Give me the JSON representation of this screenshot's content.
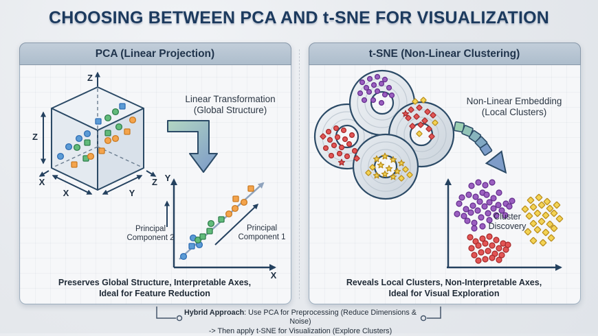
{
  "title": "CHOOSING BETWEEN PCA AND t-SNE FOR VISUALIZATION",
  "left_panel": {
    "header": "PCA (Linear Projection)",
    "cube_labels": {
      "axis_z_top": "Z",
      "axis_z_left": "Z",
      "axis_x_corner": "X",
      "axis_x_edge": "X",
      "axis_y_edge": "Y",
      "axis_z_corner": "Z"
    },
    "transform_arrow_label": {
      "line1": "Linear Transformation",
      "line2": "(Global Structure)"
    },
    "scatter": {
      "axis_y": "Y",
      "axis_x": "X",
      "pc2": {
        "line1": "Principal",
        "line2": "Component 2"
      },
      "pc1": {
        "line1": "Principal",
        "line2": "Component 1"
      }
    },
    "summary": {
      "line1": "Preserves Global Structure, Interpretable Axes,",
      "line2": "Ideal for Feature Reduction"
    }
  },
  "right_panel": {
    "header": "t-SNE (Non-Linear Clustering)",
    "embedding_arrow_label": {
      "line1": "Non-Linear Embedding",
      "line2": "(Local Clusters)"
    },
    "cluster_plot": {
      "annotation": {
        "line1": "Cluster",
        "line2": "Discovery"
      }
    },
    "summary": {
      "line1": "Reveals Local Clusters, Non-Interpretable Axes,",
      "line2": "Ideal for Visual Exploration"
    }
  },
  "footer": {
    "hybrid_bold": "Hybrid Approach",
    "hybrid_rest": ": Use PCA for Preprocessing (Reduce Dimensions & Noise)",
    "line2": "-> Then apply t-SNE for Visualization (Explore Clusters)"
  },
  "colors": {
    "title_text": "#1c3a5e",
    "navy_line": "#2b4a66",
    "header_bg": "#b6c4d2",
    "panel_bg": "#f6f7f9",
    "page_bg": "#e8eaee",
    "arrow_gradient_start": "#b2d6c2",
    "arrow_gradient_end": "#7e9cc8",
    "gray_arrow": "#8fa3bd",
    "markers": {
      "blue": {
        "fill": "#5b9bd5",
        "stroke": "#2f6db3"
      },
      "green": {
        "fill": "#62bb7b",
        "stroke": "#2e7d4b"
      },
      "orange": {
        "fill": "#f4a44c",
        "stroke": "#c97a22"
      },
      "purple": {
        "fill": "#9b5fc0",
        "stroke": "#66308f"
      },
      "red": {
        "fill": "#e25555",
        "stroke": "#a82c2c"
      },
      "yellow": {
        "fill": "#f3d355",
        "stroke": "#bb8f1d"
      }
    }
  },
  "figures": {
    "cube_points": [
      [
        88,
        228,
        "c",
        "blue"
      ],
      [
        100,
        214,
        "c",
        "blue"
      ],
      [
        115,
        202,
        "c",
        "blue"
      ],
      [
        127,
        195,
        "c",
        "blue"
      ],
      [
        143,
        177,
        "s",
        "blue"
      ],
      [
        178,
        155,
        "s",
        "blue"
      ],
      [
        112,
        215,
        "c",
        "green"
      ],
      [
        125,
        231,
        "s",
        "green"
      ],
      [
        127,
        208,
        "s",
        "green"
      ],
      [
        157,
        172,
        "c",
        "green"
      ],
      [
        168,
        163,
        "c",
        "green"
      ],
      [
        173,
        185,
        "c",
        "green"
      ],
      [
        157,
        194,
        "s",
        "green"
      ],
      [
        108,
        240,
        "s",
        "orange"
      ],
      [
        132,
        228,
        "c",
        "orange"
      ],
      [
        148,
        220,
        "s",
        "orange"
      ],
      [
        157,
        205,
        "c",
        "orange"
      ],
      [
        168,
        202,
        "c",
        "orange"
      ],
      [
        185,
        192,
        "s",
        "orange"
      ],
      [
        193,
        175,
        "c",
        "orange"
      ]
    ],
    "pca_projection_points": [
      [
        267,
        374,
        "c",
        "blue"
      ],
      [
        279,
        359,
        "s",
        "blue"
      ],
      [
        290,
        357,
        "c",
        "blue"
      ],
      [
        281,
        347,
        "c",
        "blue"
      ],
      [
        288,
        350,
        "c",
        "green"
      ],
      [
        295,
        345,
        "s",
        "green"
      ],
      [
        305,
        337,
        "s",
        "green"
      ],
      [
        307,
        326,
        "c",
        "green"
      ],
      [
        322,
        320,
        "s",
        "green"
      ],
      [
        333,
        312,
        "c",
        "orange"
      ],
      [
        342,
        304,
        "c",
        "orange"
      ],
      [
        355,
        295,
        "c",
        "orange"
      ],
      [
        343,
        290,
        "s",
        "orange"
      ],
      [
        365,
        275,
        "s",
        "orange"
      ]
    ],
    "knot_points": [
      [
        527,
        120,
        "c",
        "purple"
      ],
      [
        538,
        115,
        "c",
        "purple"
      ],
      [
        549,
        112,
        "c",
        "purple"
      ],
      [
        560,
        116,
        "c",
        "purple"
      ],
      [
        533,
        128,
        "c",
        "purple"
      ],
      [
        544,
        124,
        "c",
        "purple"
      ],
      [
        555,
        122,
        "c",
        "purple"
      ],
      [
        566,
        128,
        "c",
        "purple"
      ],
      [
        524,
        136,
        "c",
        "purple"
      ],
      [
        537,
        134,
        "c",
        "purple"
      ],
      [
        549,
        133,
        "c",
        "purple"
      ],
      [
        560,
        138,
        "c",
        "purple"
      ],
      [
        530,
        146,
        "c",
        "purple"
      ],
      [
        543,
        146,
        "c",
        "purple"
      ],
      [
        555,
        150,
        "c",
        "purple"
      ],
      [
        570,
        139,
        "c",
        "purple"
      ],
      [
        478,
        192,
        "c",
        "red"
      ],
      [
        489,
        187,
        "c",
        "red"
      ],
      [
        500,
        190,
        "c",
        "red"
      ],
      [
        480,
        204,
        "c",
        "red"
      ],
      [
        491,
        200,
        "c",
        "red"
      ],
      [
        502,
        203,
        "c",
        "red"
      ],
      [
        512,
        197,
        "c",
        "red"
      ],
      [
        474,
        216,
        "c",
        "red"
      ],
      [
        486,
        212,
        "c",
        "red"
      ],
      [
        497,
        215,
        "c",
        "red"
      ],
      [
        508,
        210,
        "c",
        "red"
      ],
      [
        482,
        227,
        "c",
        "red"
      ],
      [
        494,
        224,
        "c",
        "red"
      ],
      [
        505,
        228,
        "c",
        "red"
      ],
      [
        516,
        220,
        "c",
        "red"
      ],
      [
        470,
        199,
        "d",
        "red"
      ],
      [
        519,
        231,
        "d",
        "red"
      ],
      [
        497,
        237,
        "t",
        "red"
      ],
      [
        598,
        160,
        "d",
        "red"
      ],
      [
        610,
        157,
        "d",
        "red"
      ],
      [
        622,
        163,
        "d",
        "red"
      ],
      [
        594,
        172,
        "d",
        "red"
      ],
      [
        606,
        170,
        "d",
        "red"
      ],
      [
        618,
        176,
        "d",
        "red"
      ],
      [
        630,
        168,
        "d",
        "red"
      ],
      [
        600,
        184,
        "d",
        "red"
      ],
      [
        612,
        182,
        "d",
        "red"
      ],
      [
        624,
        188,
        "d",
        "red"
      ],
      [
        628,
        199,
        "d",
        "red"
      ],
      [
        590,
        166,
        "t",
        "red"
      ],
      [
        604,
        148,
        "d",
        "yellow"
      ],
      [
        616,
        146,
        "d",
        "yellow"
      ],
      [
        633,
        179,
        "d",
        "yellow"
      ],
      [
        610,
        195,
        "d",
        "yellow"
      ],
      [
        548,
        232,
        "t",
        "yellow"
      ],
      [
        560,
        228,
        "t",
        "yellow"
      ],
      [
        572,
        233,
        "t",
        "yellow"
      ],
      [
        584,
        238,
        "t",
        "yellow"
      ],
      [
        554,
        241,
        "t",
        "yellow"
      ],
      [
        566,
        246,
        "t",
        "yellow"
      ],
      [
        578,
        250,
        "t",
        "yellow"
      ],
      [
        548,
        256,
        "t",
        "yellow"
      ],
      [
        560,
        254,
        "t",
        "yellow"
      ],
      [
        572,
        258,
        "t",
        "yellow"
      ],
      [
        536,
        252,
        "d",
        "yellow"
      ],
      [
        542,
        244,
        "d",
        "yellow"
      ],
      [
        584,
        260,
        "d",
        "yellow"
      ],
      [
        590,
        247,
        "d",
        "yellow"
      ],
      [
        596,
        255,
        "d",
        "yellow"
      ]
    ],
    "tsne_points": [
      [
        678,
        305,
        "c",
        "purple"
      ],
      [
        668,
        297,
        "c",
        "purple"
      ],
      [
        688,
        300,
        "c",
        "purple"
      ],
      [
        698,
        294,
        "c",
        "purple"
      ],
      [
        672,
        288,
        "c",
        "purple"
      ],
      [
        682,
        284,
        "c",
        "purple"
      ],
      [
        692,
        287,
        "c",
        "purple"
      ],
      [
        702,
        281,
        "c",
        "purple"
      ],
      [
        665,
        312,
        "c",
        "purple"
      ],
      [
        675,
        315,
        "c",
        "purple"
      ],
      [
        685,
        310,
        "c",
        "purple"
      ],
      [
        695,
        307,
        "c",
        "purple"
      ],
      [
        705,
        301,
        "c",
        "purple"
      ],
      [
        712,
        295,
        "c",
        "purple"
      ],
      [
        680,
        322,
        "c",
        "purple"
      ],
      [
        690,
        325,
        "c",
        "purple"
      ],
      [
        700,
        317,
        "c",
        "purple"
      ],
      [
        710,
        311,
        "c",
        "purple"
      ],
      [
        718,
        304,
        "c",
        "purple"
      ],
      [
        725,
        299,
        "c",
        "purple"
      ],
      [
        690,
        333,
        "c",
        "purple"
      ],
      [
        702,
        330,
        "c",
        "purple"
      ],
      [
        712,
        321,
        "c",
        "purple"
      ],
      [
        722,
        314,
        "c",
        "purple"
      ],
      [
        730,
        307,
        "c",
        "purple"
      ],
      [
        736,
        297,
        "c",
        "purple"
      ],
      [
        718,
        289,
        "c",
        "purple"
      ],
      [
        708,
        284,
        "c",
        "purple"
      ],
      [
        726,
        281,
        "c",
        "purple"
      ],
      [
        741,
        301,
        "c",
        "purple"
      ],
      [
        745,
        293,
        "c",
        "purple"
      ],
      [
        735,
        314,
        "c",
        "purple"
      ],
      [
        686,
        271,
        "c",
        "purple"
      ],
      [
        696,
        266,
        "c",
        "purple"
      ],
      [
        706,
        270,
        "c",
        "purple"
      ],
      [
        716,
        266,
        "c",
        "purple"
      ],
      [
        692,
        352,
        "c",
        "red"
      ],
      [
        702,
        348,
        "c",
        "red"
      ],
      [
        712,
        345,
        "c",
        "red"
      ],
      [
        722,
        350,
        "c",
        "red"
      ],
      [
        732,
        355,
        "c",
        "red"
      ],
      [
        686,
        362,
        "c",
        "red"
      ],
      [
        696,
        358,
        "c",
        "red"
      ],
      [
        706,
        355,
        "c",
        "red"
      ],
      [
        716,
        358,
        "c",
        "red"
      ],
      [
        726,
        362,
        "c",
        "red"
      ],
      [
        736,
        364,
        "c",
        "red"
      ],
      [
        690,
        372,
        "c",
        "red"
      ],
      [
        700,
        368,
        "c",
        "red"
      ],
      [
        710,
        366,
        "c",
        "red"
      ],
      [
        720,
        370,
        "c",
        "red"
      ],
      [
        730,
        372,
        "c",
        "red"
      ],
      [
        696,
        380,
        "c",
        "red"
      ],
      [
        706,
        378,
        "c",
        "red"
      ],
      [
        716,
        376,
        "c",
        "red"
      ],
      [
        726,
        379,
        "c",
        "red"
      ],
      [
        684,
        346,
        "c",
        "red"
      ],
      [
        739,
        357,
        "c",
        "red"
      ],
      [
        772,
        292,
        "d",
        "yellow"
      ],
      [
        784,
        288,
        "d",
        "yellow"
      ],
      [
        796,
        294,
        "d",
        "yellow"
      ],
      [
        764,
        305,
        "d",
        "yellow"
      ],
      [
        776,
        302,
        "d",
        "yellow"
      ],
      [
        788,
        299,
        "d",
        "yellow"
      ],
      [
        800,
        304,
        "d",
        "yellow"
      ],
      [
        810,
        299,
        "d",
        "yellow"
      ],
      [
        770,
        315,
        "d",
        "yellow"
      ],
      [
        782,
        311,
        "d",
        "yellow"
      ],
      [
        794,
        314,
        "d",
        "yellow"
      ],
      [
        806,
        311,
        "d",
        "yellow"
      ],
      [
        814,
        319,
        "d",
        "yellow"
      ],
      [
        776,
        326,
        "d",
        "yellow"
      ],
      [
        788,
        323,
        "d",
        "yellow"
      ],
      [
        800,
        327,
        "d",
        "yellow"
      ],
      [
        768,
        338,
        "d",
        "yellow"
      ],
      [
        782,
        335,
        "d",
        "yellow"
      ],
      [
        794,
        339,
        "d",
        "yellow"
      ],
      [
        806,
        333,
        "d",
        "yellow"
      ],
      [
        776,
        351,
        "d",
        "yellow"
      ],
      [
        790,
        354,
        "d",
        "yellow"
      ],
      [
        802,
        347,
        "d",
        "yellow"
      ]
    ]
  }
}
